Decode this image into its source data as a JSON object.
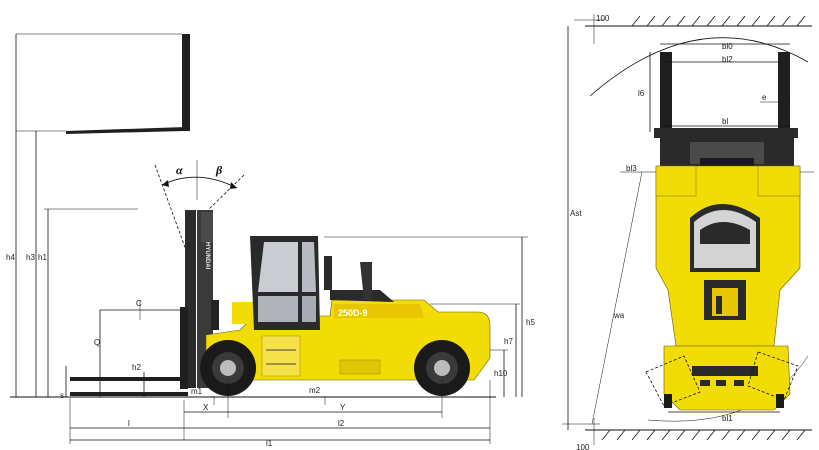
{
  "side_view": {
    "dims": {
      "h4": "h4",
      "h3": "h3",
      "h1": "h1",
      "h2": "h2",
      "h5": "h5",
      "h7": "h7",
      "h10": "h10",
      "s": "s",
      "c": "C",
      "q": "Q",
      "m1": "m1",
      "m2": "m2",
      "x": "X",
      "y": "Y",
      "l": "l",
      "l2": "l2",
      "l1": "l1"
    },
    "angles": {
      "alpha": "α",
      "beta": "β"
    },
    "mast_text": "HYUNDAI",
    "model_badge": "250D-9",
    "colors": {
      "body": "#f2dc05",
      "dark": "#2a2a2a",
      "cab_glass": "#c9cdd2",
      "badge_green": "#3aa335"
    }
  },
  "top_view": {
    "dims": {
      "top_clearance": "100",
      "bottom_clearance": "100",
      "bl0": "bl0",
      "bl2": "bl2",
      "bl": "bl",
      "l6": "l6",
      "e": "e",
      "bl3": "bl3",
      "ast": "Ast",
      "wa": "wa",
      "bl1": "bl1"
    }
  }
}
